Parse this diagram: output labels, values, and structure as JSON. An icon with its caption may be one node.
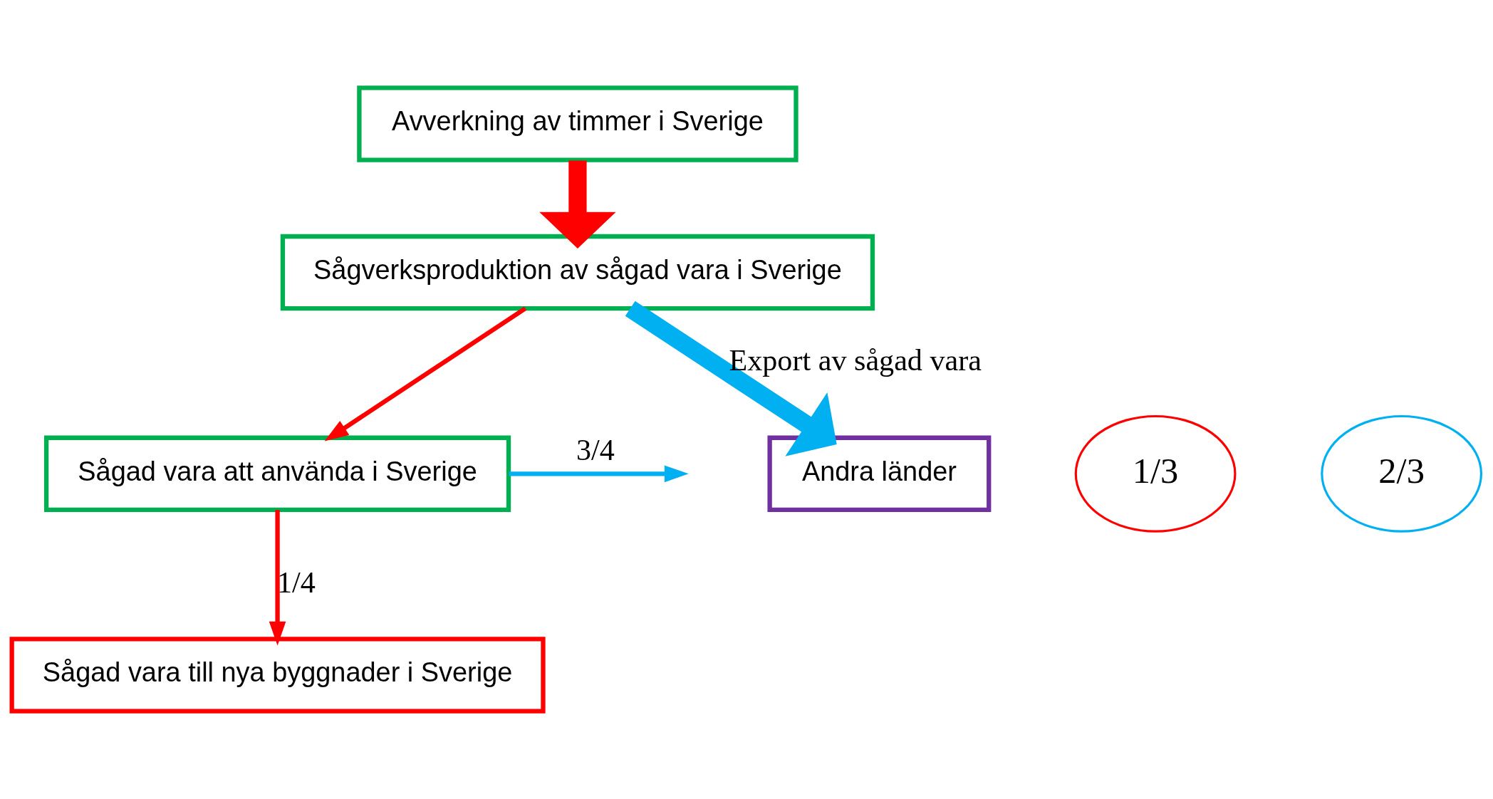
{
  "diagram": {
    "nodes": [
      {
        "text": [
          "Avverkning av timmer i Sverige"
        ]
      },
      {
        "text": [
          "Sågverksproduktion av sågad vara i Sverige"
        ]
      },
      {
        "text": [
          "Sågad vara att använda i Sverige"
        ]
      },
      {
        "text": [
          "Sågad vara till nya byggnader i Sverige"
        ]
      },
      {
        "text": [
          "Andra länder"
        ]
      },
      {
        "text": [
          "1/3"
        ]
      },
      {
        "text": [
          "2/3"
        ]
      }
    ],
    "edges": [
      {
        "from": 0,
        "to": 1,
        "arrow": "to",
        "style": "thick",
        "color": "#ff0000"
      },
      {
        "from": 1,
        "to": 2,
        "arrow": "to",
        "color": "#ff0000"
      },
      {
        "from": 2,
        "to": null,
        "arrow": "to",
        "label": "3/4",
        "color": "#00b0f0"
      },
      {
        "from": 2,
        "to": 3,
        "arrow": "to",
        "label": "1/4",
        "color": "#ff0000"
      },
      {
        "from": 1,
        "to": 4,
        "arrow": "to",
        "label": "Export av sågad vara",
        "style": "thick",
        "color": "#00b0f0"
      }
    ]
  }
}
